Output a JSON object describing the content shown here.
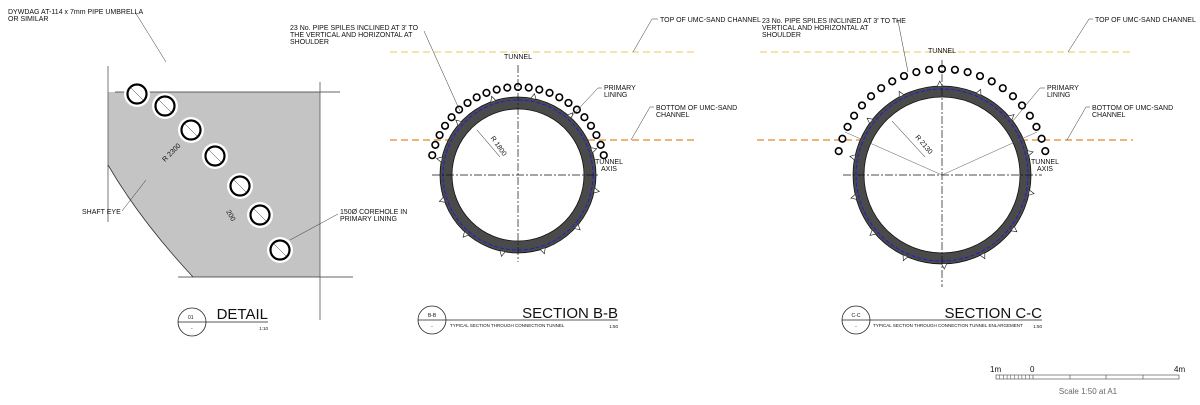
{
  "detail": {
    "pipe_label_1": "DYWDAG AT-114 x 7mm PIPE UMBRELLA",
    "pipe_label_2": "OR SIMILAR",
    "radius_label": "R 2300",
    "spacing_label": "200",
    "shaft_eye_label": "SHAFT EYE",
    "corehole_label_1": "150Ø COREHOLE IN",
    "corehole_label_2": "PRIMARY LINING",
    "title": "DETAIL",
    "ref_top": "01",
    "ref_bottom": "-",
    "scale": "1:10"
  },
  "section_bb": {
    "spiles_label_1": "23 No. PIPE SPILES INCLINED AT 3' TO",
    "spiles_label_2": "THE VERTICAL AND HORIZONTAL AT",
    "spiles_label_3": "SHOULDER",
    "top_channel": "TOP OF UMC-SAND CHANNEL",
    "bottom_channel_1": "BOTTOM OF UMC-SAND",
    "bottom_channel_2": "CHANNEL",
    "tunnel_cl": "TUNNEL",
    "cl_symbol": "CL",
    "primary_lining_1": "PRIMARY",
    "primary_lining_2": "LINING",
    "tunnel_axis_1": "TUNNEL",
    "tunnel_axis_2": "AXIS",
    "radius_label": "R 1800",
    "title": "SECTION B-B",
    "ref_top": "B-B",
    "ref_bottom": "-",
    "subtitle": "TYPICAL SECTION THROUGH CONNECTION TUNNEL",
    "scale": "1:50"
  },
  "section_cc": {
    "spiles_label_1": "23 No. PIPE SPILES INCLINED AT 3' TO THE",
    "spiles_label_2": "VERTICAL AND HORIZONTAL AT",
    "spiles_label_3": "SHOULDER",
    "top_channel": "TOP OF UMC-SAND CHANNEL",
    "bottom_channel_1": "BOTTOM OF UMC-SAND",
    "bottom_channel_2": "CHANNEL",
    "tunnel_cl": "TUNNEL",
    "cl_symbol": "CL",
    "primary_lining_1": "PRIMARY",
    "primary_lining_2": "LINING",
    "tunnel_axis_1": "TUNNEL",
    "tunnel_axis_2": "AXIS",
    "radius_label": "R 2130",
    "title": "SECTION C-C",
    "ref_top": "C-C",
    "ref_bottom": "-",
    "subtitle": "TYPICAL SECTION THROUGH CONNECTION TUNNEL ENLARGEMENT",
    "scale": "1:50"
  },
  "scale_bar": {
    "left": "1m",
    "zero": "0",
    "right": "4m",
    "caption": "Scale 1:50 at A1"
  },
  "colors": {
    "top_channel": "#f5d27a",
    "bottom_channel": "#e08a2c",
    "lining": "#4a4a4a",
    "reinforcement": "#1a1adf",
    "detail_fill": "#c4c4c4"
  }
}
